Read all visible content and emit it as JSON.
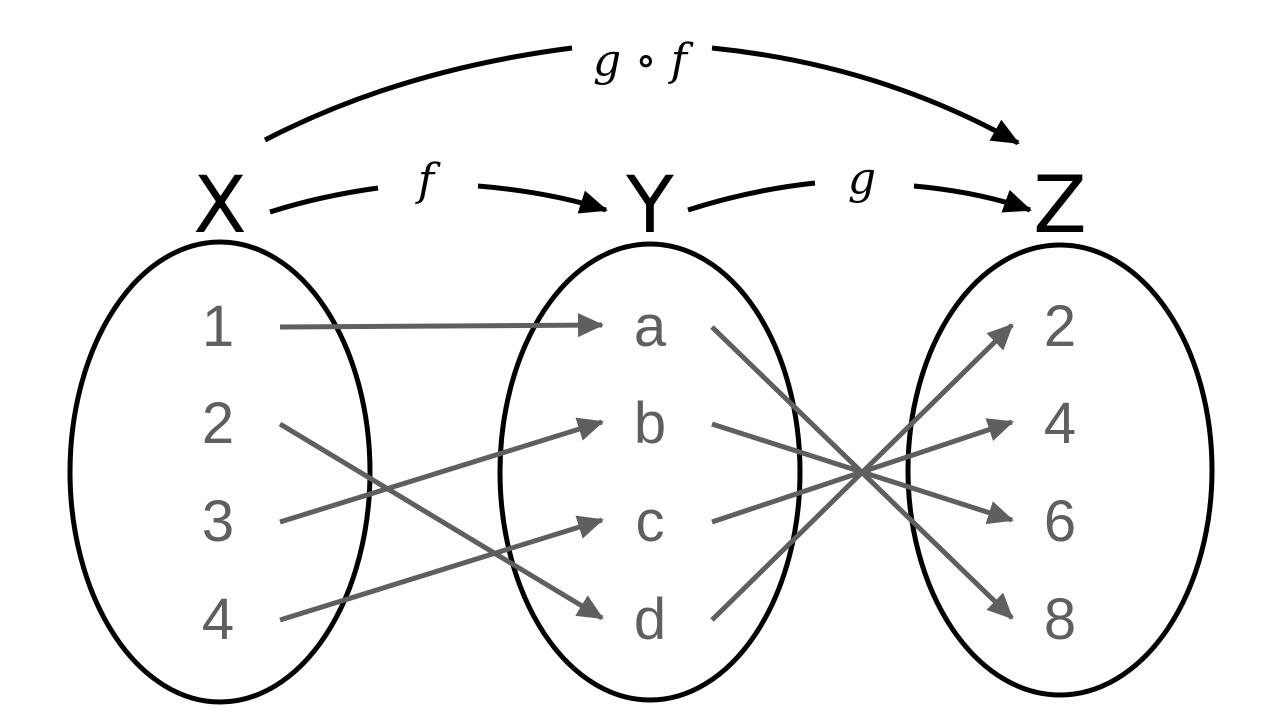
{
  "sets": [
    {
      "name": "X",
      "elements": [
        "1",
        "2",
        "3",
        "4"
      ]
    },
    {
      "name": "Y",
      "elements": [
        "a",
        "b",
        "c",
        "d"
      ]
    },
    {
      "name": "Z",
      "elements": [
        "2",
        "4",
        "6",
        "8"
      ]
    }
  ],
  "functions": {
    "f": {
      "label": "f",
      "from": "X",
      "to": "Y",
      "mapping": {
        "1": "a",
        "2": "d",
        "3": "b",
        "4": "c"
      }
    },
    "g": {
      "label": "g",
      "from": "Y",
      "to": "Z",
      "mapping": {
        "a": "8",
        "b": "6",
        "c": "4",
        "d": "2"
      }
    },
    "gf": {
      "label": "g ∘ f",
      "from": "X",
      "to": "Z"
    }
  },
  "colors": {
    "outline": "#000000",
    "mapping": "#5f5f5f"
  }
}
